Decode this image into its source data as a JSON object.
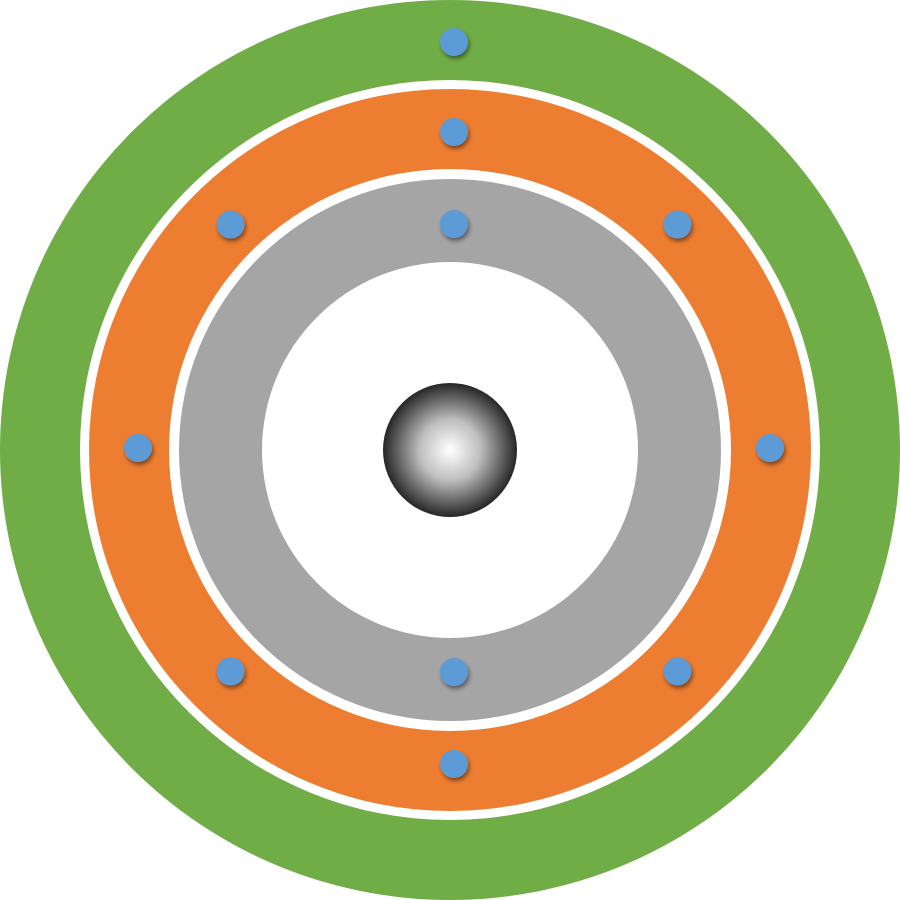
{
  "diagram": {
    "kind": "atom-shell-model",
    "colors": {
      "background": "#ffffff",
      "gap": "#ffffff",
      "shell_outer": "#70ad47",
      "shell_middle": "#ed7d31",
      "shell_inner": "#a5a5a5",
      "electron": "#5b9bd5",
      "nucleus_highlight": "#ffffff",
      "nucleus_mid": "#bfbfbf",
      "nucleus_edge": "#262626"
    },
    "nucleus": {
      "name": "nucleus",
      "shading": "radial-gradient"
    },
    "shells": [
      {
        "name": "inner",
        "color_key": "shell_inner",
        "electron_count": 2
      },
      {
        "name": "middle",
        "color_key": "shell_middle",
        "electron_count": 8
      },
      {
        "name": "outer",
        "color_key": "shell_outer",
        "electron_count": 1
      }
    ]
  }
}
